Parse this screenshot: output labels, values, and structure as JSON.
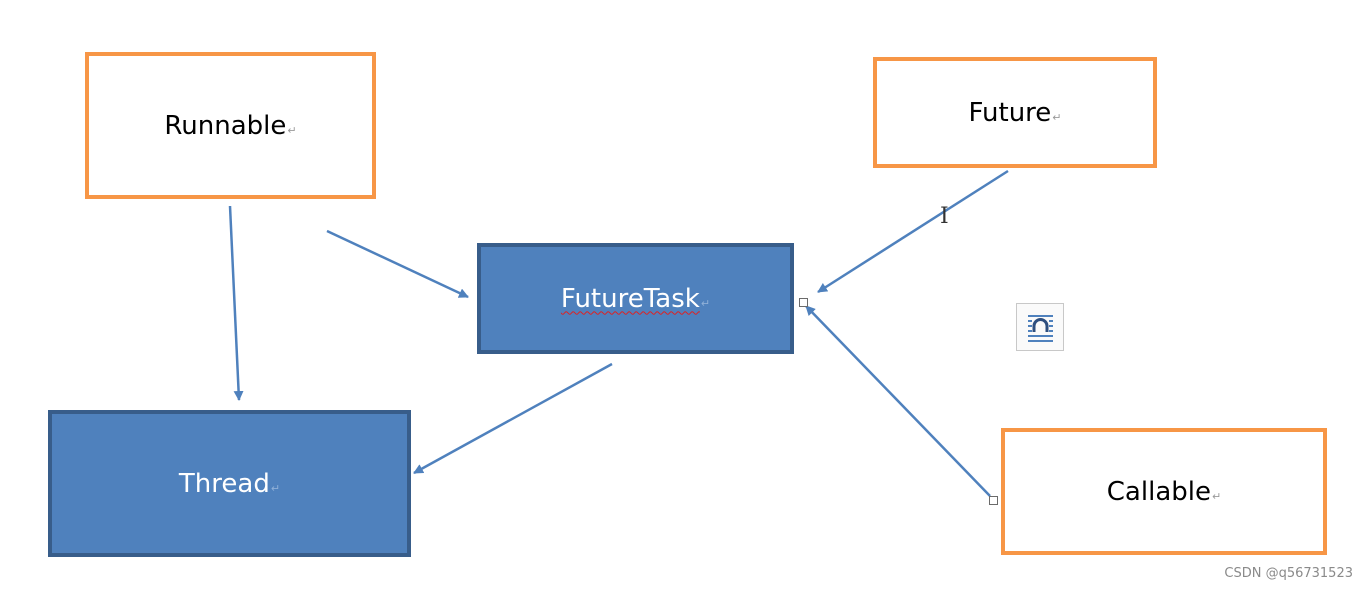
{
  "diagram": {
    "nodes": {
      "runnable": {
        "label": "Runnable",
        "style": "orange"
      },
      "future": {
        "label": "Future",
        "style": "orange"
      },
      "futuretask": {
        "label": "FutureTask",
        "style": "blue"
      },
      "thread": {
        "label": "Thread",
        "style": "blue"
      },
      "callable": {
        "label": "Callable",
        "style": "orange"
      }
    },
    "edges": [
      {
        "from": "Runnable",
        "to": "Thread"
      },
      {
        "from": "Runnable",
        "to": "FutureTask"
      },
      {
        "from": "Future",
        "to": "FutureTask"
      },
      {
        "from": "Callable",
        "to": "FutureTask"
      },
      {
        "from": "FutureTask",
        "to": "Thread"
      }
    ],
    "paragraph_mark": "↵"
  },
  "colors": {
    "orange_border": "#f79646",
    "blue_fill": "#4f81bd",
    "blue_border": "#385d8a",
    "arrow": "#4f81bd"
  },
  "icons": {
    "layout_options": "layout-options-icon",
    "text_cursor": "text-cursor-icon"
  },
  "watermark": "CSDN @q56731523"
}
